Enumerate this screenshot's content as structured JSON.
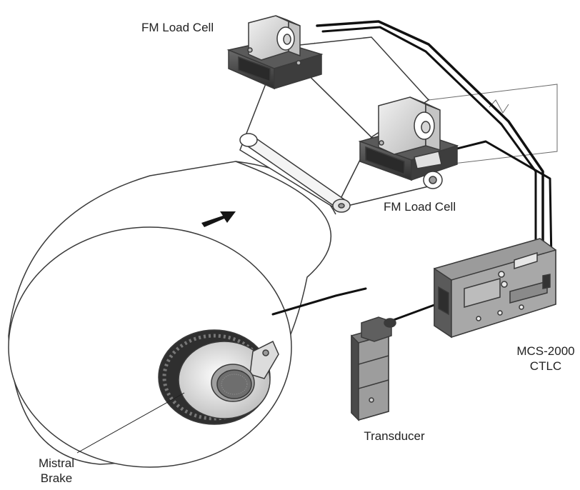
{
  "labels": {
    "load_cell_top": "FM Load Cell",
    "load_cell_right": "FM Load Cell",
    "controller_line1": "MCS-2000",
    "controller_line2": "CTLC",
    "transducer": "Transducer",
    "brake_line1": "Mistral",
    "brake_line2": "Brake"
  },
  "colors": {
    "cable": "#111111",
    "outline": "#3a3a3a",
    "metal_light": "#dcdcdc",
    "metal_mid": "#a9a9a9",
    "metal_dark": "#4a4a4a",
    "web": "#ffffff"
  },
  "icons": {
    "direction_arrow": "arrow-right-icon"
  }
}
